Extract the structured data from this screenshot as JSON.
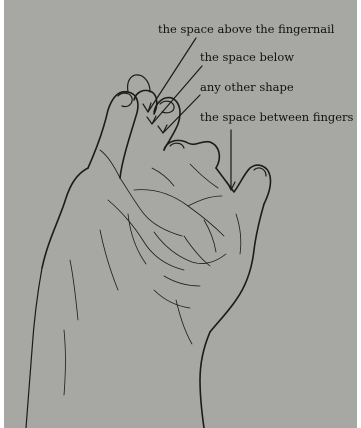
{
  "diagram": {
    "background_color": "#a7a7a4",
    "ink_color": "#1b1b1b",
    "subject": "hand-drawing",
    "labels": {
      "above_fingernail": "the space above the fingernail",
      "below": "the space below",
      "other_shape": "any other shape",
      "between_fingers": "the space between fingers"
    }
  }
}
